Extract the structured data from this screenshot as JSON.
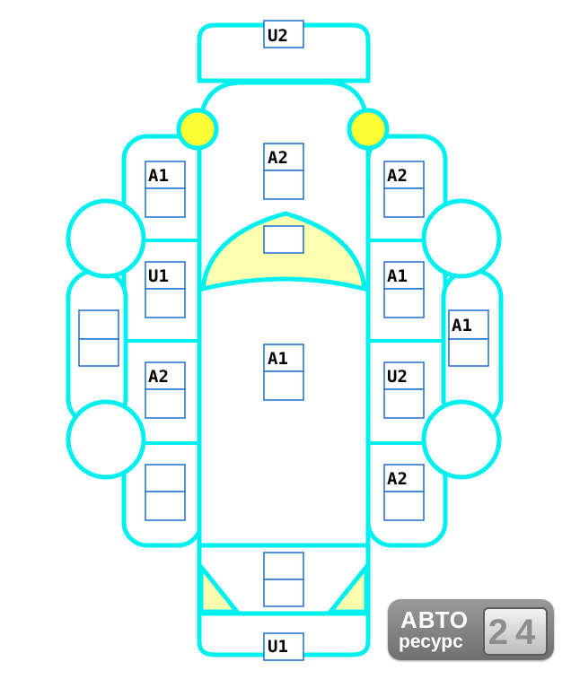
{
  "colors": {
    "outline": "#00f0f0",
    "fill_yellow": "#ffffb0",
    "lamp": "#ffff33",
    "segment": "#1e6fd0"
  },
  "labels": {
    "top_hood": "U2",
    "bottom_trunk": "U1",
    "roof_front": "A2",
    "roof_center": "A1",
    "left_door_front": "A1",
    "left_door_mid": "U1",
    "left_door_rear": "A2",
    "right_door_front": "A2",
    "right_door_mid": "A1",
    "right_door_rear": "U2",
    "right_door_back": "A2",
    "right_outer_side": "A1"
  },
  "watermark": {
    "top": "АВТО",
    "bottom": "ресурс",
    "digits": "24"
  }
}
